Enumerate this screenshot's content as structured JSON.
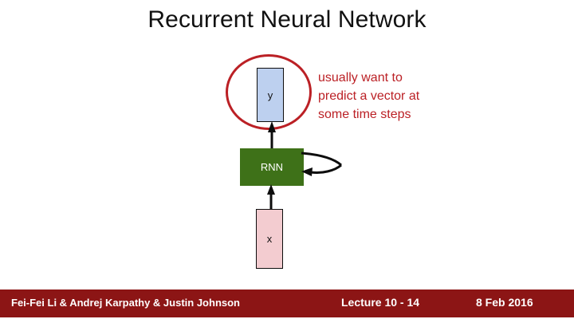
{
  "slide": {
    "title": "Recurrent Neural Network",
    "background_color": "#ffffff"
  },
  "diagram": {
    "nodes": [
      {
        "id": "y",
        "label": "y",
        "fill": "#bdd0ef",
        "border": "#0d0d0d",
        "text_color": "#111111"
      },
      {
        "id": "rnn",
        "label": "RNN",
        "fill": "#3e7118",
        "border": "#3e7118",
        "text_color": "#ffffff"
      },
      {
        "id": "x",
        "label": "x",
        "fill": "#f3ccd0",
        "border": "#0d0d0d",
        "text_color": "#111111"
      }
    ],
    "edges": [
      {
        "id": "x-to-rnn",
        "from": "x",
        "to": "rnn",
        "style": "arrow-up"
      },
      {
        "id": "rnn-to-y",
        "from": "rnn",
        "to": "y",
        "style": "arrow-up"
      },
      {
        "id": "rnn-self",
        "from": "rnn",
        "to": "rnn",
        "style": "self-loop-right"
      }
    ],
    "highlight_circle": {
      "target": "y",
      "color": "#bb2025"
    }
  },
  "annotation": {
    "color": "#bb2025",
    "lines": [
      "usually want to",
      "predict a vector at",
      "some time steps"
    ]
  },
  "footer": {
    "band_color": "#8c1515",
    "authors": "Fei-Fei Li & Andrej Karpathy & Justin Johnson",
    "lecture": "Lecture 10 -  14",
    "date": "8 Feb 2016"
  }
}
